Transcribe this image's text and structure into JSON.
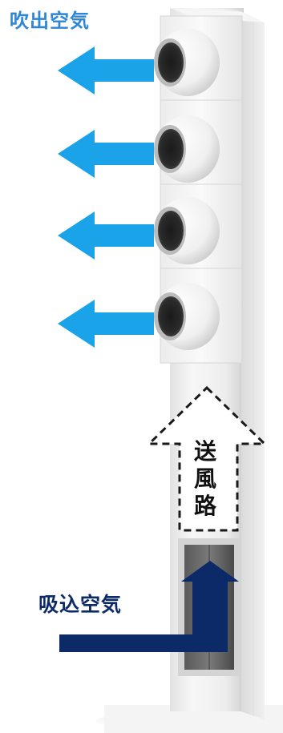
{
  "labels": {
    "outlet_air": "吹出空気",
    "intake_air": "吸込空気",
    "duct_chars": [
      "送",
      "風",
      "路"
    ]
  },
  "colors": {
    "outlet_arrow": "#1aa3e8",
    "outlet_text": "#2f86d6",
    "intake_arrow": "#0c2a68",
    "intake_text": "#0c2a68",
    "duct_outline": "#1a1a1a",
    "unit_body": "#f2f2f2"
  },
  "icons": {
    "outlet_arrows": "arrow-left-icon",
    "intake_arrow": "arrow-right-up-icon",
    "duct_arrow": "dashed-arrow-up-icon"
  }
}
